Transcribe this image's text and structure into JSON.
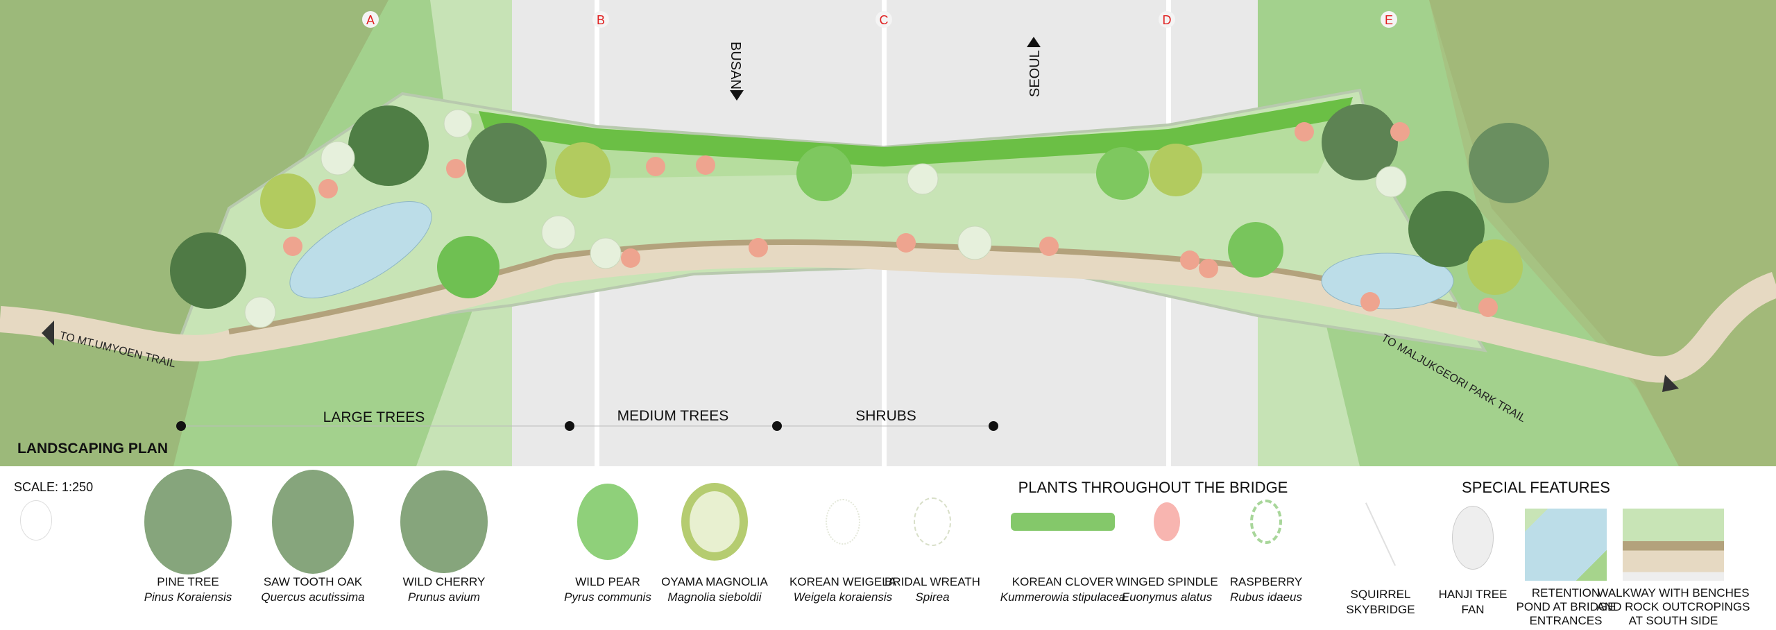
{
  "plan": {
    "title": "LANDSCAPING PLAN",
    "section_markers": [
      "A",
      "B",
      "C",
      "D",
      "E"
    ],
    "directions": {
      "busan": "BUSAN",
      "seoul": "SEOUL"
    },
    "trails": {
      "west": "TO MT.UMYOEN TRAIL",
      "east": "TO MALJUKGEORI PARK TRAIL"
    },
    "zones": [
      "LARGE TREES",
      "MEDIUM TREES",
      "SHRUBS"
    ]
  },
  "legend": {
    "scale": "SCALE: 1:250",
    "plants_heading": "PLANTS THROUGHOUT THE BRIDGE",
    "features_heading": "SPECIAL FEATURES",
    "plants": [
      {
        "name": "PINE TREE",
        "latin": "Pinus Koraiensis"
      },
      {
        "name": "SAW TOOTH OAK",
        "latin": "Quercus acutissima"
      },
      {
        "name": "WILD CHERRY",
        "latin": "Prunus avium"
      },
      {
        "name": "WILD PEAR",
        "latin": "Pyrus communis"
      },
      {
        "name": "OYAMA MAGNOLIA",
        "latin": "Magnolia sieboldii"
      },
      {
        "name": "KOREAN WEIGELA",
        "latin": "Weigela koraiensis"
      },
      {
        "name": "BRIDAL WREATH",
        "latin": "Spirea"
      },
      {
        "name": "KOREAN CLOVER",
        "latin": "Kummerowia stipulacea"
      },
      {
        "name": "WINGED SPINDLE",
        "latin": "Euonymus alatus"
      },
      {
        "name": "RASPBERRY",
        "latin": "Rubus idaeus"
      }
    ],
    "features": [
      {
        "line1": "SQUIRREL",
        "line2": "SKYBRIDGE",
        "line3": ""
      },
      {
        "line1": "HANJI TREE",
        "line2": "FAN",
        "line3": ""
      },
      {
        "line1": "RETENTION",
        "line2": "POND AT BRIDGE",
        "line3": "ENTRANCES"
      },
      {
        "line1": "WALKWAY WITH BENCHES",
        "line2": "AND ROCK OUTCROPINGS",
        "line3": "AT SOUTH SIDE"
      }
    ]
  },
  "colors": {
    "pine": "#5e8a52",
    "oak": "#86a57c",
    "pear": "#8fd07a",
    "magnolia": "#b5cc70",
    "spindle": "#f4b2aa",
    "pond": "#bcdde8",
    "path": "#e6d9c2",
    "road": "#e9e9e9",
    "marker": "#e02020"
  }
}
